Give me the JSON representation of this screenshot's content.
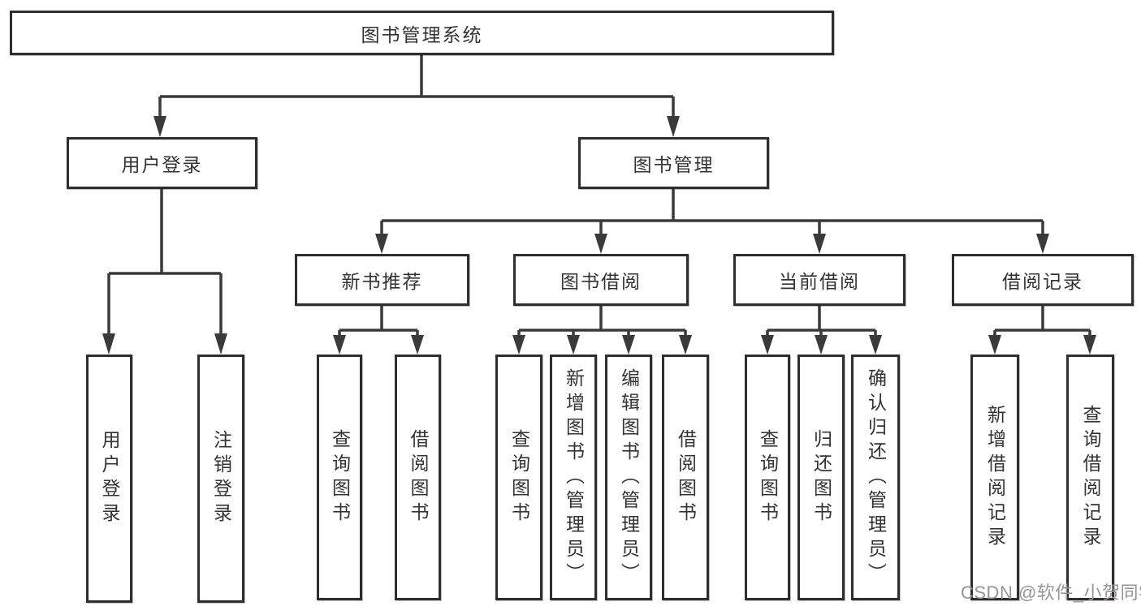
{
  "diagram_title": "图书管理系统",
  "tree": {
    "label": "图书管理系统",
    "children": [
      {
        "label": "用户登录",
        "children": [
          {
            "label": "用户登录"
          },
          {
            "label": "注销登录"
          }
        ]
      },
      {
        "label": "图书管理",
        "children": [
          {
            "label": "新书推荐",
            "children": [
              {
                "label": "查询图书"
              },
              {
                "label": "借阅图书"
              }
            ]
          },
          {
            "label": "图书借阅",
            "children": [
              {
                "label": "查询图书"
              },
              {
                "label": "新增图书（管理员）"
              },
              {
                "label": "编辑图书（管理员）"
              },
              {
                "label": "借阅图书"
              }
            ]
          },
          {
            "label": "当前借阅",
            "children": [
              {
                "label": "查询图书"
              },
              {
                "label": "归还图书"
              },
              {
                "label": "确认归还（管理员）"
              }
            ]
          },
          {
            "label": "借阅记录",
            "children": [
              {
                "label": "新增借阅记录"
              },
              {
                "label": "查询借阅记录"
              }
            ]
          }
        ]
      }
    ]
  },
  "watermark": "CSDN @软件_小贺同学",
  "colors": {
    "background": "#ffffff",
    "line": "#3a3a3a",
    "box_border": "#2e2e2e",
    "text": "#333333",
    "watermark": "#9a9395"
  }
}
